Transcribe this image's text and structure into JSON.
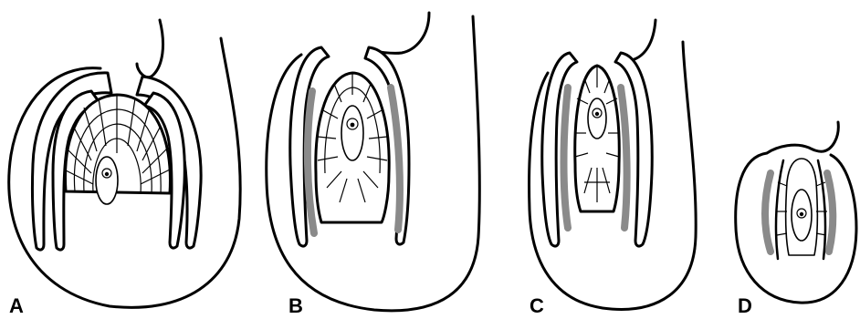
{
  "panels": [
    {
      "label": "A"
    },
    {
      "label": "B"
    },
    {
      "label": "C"
    },
    {
      "label": "D"
    }
  ],
  "colors": {
    "outline": "#000000",
    "shading": "#8a8a8a",
    "background": "#ffffff"
  }
}
